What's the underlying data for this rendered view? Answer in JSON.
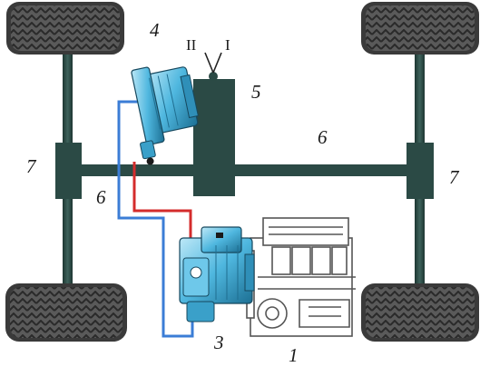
{
  "labels": {
    "engine": "1",
    "pump": "3",
    "motor": "4",
    "gearbox": "5",
    "shaft_long": "6",
    "shaft_short": "6",
    "axle_left": "7",
    "axle_right": "7",
    "gear_low": "II",
    "gear_high": "I"
  },
  "colors": {
    "frame": "#2b4a45",
    "pump_blue": "#4fb7df",
    "line_pressure": "#d42c2c",
    "line_return": "#3b7dd6",
    "tire": "#4a4a4a",
    "engine_outline": "#555555"
  }
}
